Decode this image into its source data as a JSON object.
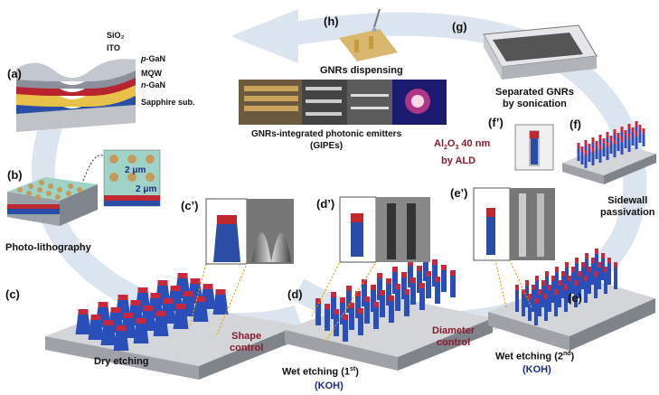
{
  "panels": {
    "a": "(a)",
    "b": "(b)",
    "c": "(c)",
    "c_prime": "(c’)",
    "d": "(d)",
    "d_prime": "(d’)",
    "e": "(e)",
    "e_prime": "(e’)",
    "f": "(f)",
    "f_prime": "(f’)",
    "g": "(g)",
    "h": "(h)"
  },
  "layers": {
    "sio2": "SiO₂",
    "ito": "ITO",
    "pgan_prefix": "p",
    "pgan_suffix": "-GaN",
    "mqw": "MQW",
    "ngan_prefix": "n",
    "ngan_suffix": "-GaN",
    "sapphire": "Sapphire sub."
  },
  "captions": {
    "photolithography": "Photo-lithography",
    "dim1": "2 μm",
    "dim2": "2 μm",
    "dry_etching": "Dry etching",
    "shape_control_1": "Shape",
    "shape_control_2": "control",
    "wet1_line1": "Wet etching (1",
    "wet1_sup": "st",
    "wet1_close": ")",
    "koh1": "(KOH)",
    "diameter_control_1": "Diameter",
    "diameter_control_2": "control",
    "wet2_line1": "Wet etching (2",
    "wet2_sup": "nd",
    "wet2_close": ")",
    "koh2": "(KOH)",
    "sidewall_1": "Sidewall",
    "sidewall_2": "passivation",
    "al2o3_a": "Al",
    "al2o3_b": "2",
    "al2o3_c": "O",
    "al2o3_d": "3",
    "al2o3_e": " 40 nm",
    "by_ald": "by ALD",
    "separated_1": "Separated GNRs",
    "separated_2": "by sonication",
    "dispensing": "GNRs dispensing",
    "gipe_1": "GNRs-integrated photonic emitters",
    "gipe_2": "(GIPEs)"
  },
  "colors": {
    "arrow": "#d7e2ee",
    "nanorod_blue": "#2b4fb8",
    "nanorod_red": "#c8283c",
    "gan_gray": "#c9c9cb",
    "accent_red": "#8b1a2e",
    "accent_blue": "#1d2a8a",
    "dotted_yellow": "#e2a400"
  }
}
